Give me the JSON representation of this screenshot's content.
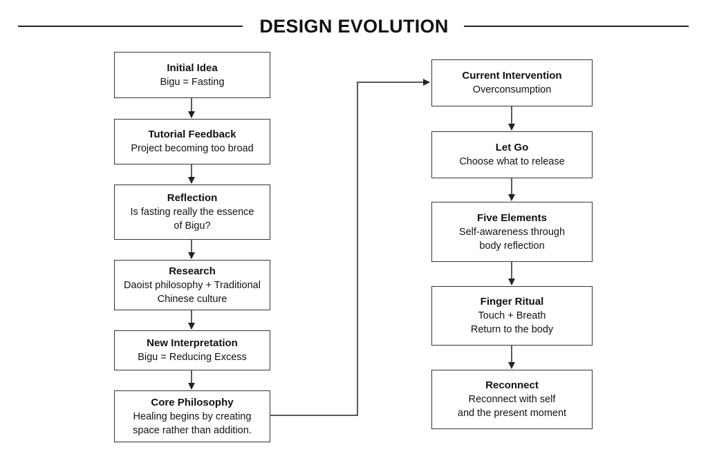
{
  "title": "DESIGN EVOLUTION",
  "colors": {
    "line": "#222222",
    "box_border": "#333333",
    "background": "#ffffff"
  },
  "left_column": [
    {
      "heading": "Initial Idea",
      "text": "Bigu = Fasting"
    },
    {
      "heading": "Tutorial Feedback",
      "text": "Project becoming too broad"
    },
    {
      "heading": "Reflection",
      "text": "Is fasting really the essence\nof Bigu?"
    },
    {
      "heading": "Research",
      "text": "Daoist philosophy + Traditional\nChinese culture"
    },
    {
      "heading": "New Interpretation",
      "text": "Bigu = Reducing Excess"
    },
    {
      "heading": "Core Philosophy",
      "text": "Healing begins by creating\nspace rather than addition."
    }
  ],
  "right_column": [
    {
      "heading": "Current Intervention",
      "text": "Overconsumption"
    },
    {
      "heading": "Let Go",
      "text": "Choose what to release"
    },
    {
      "heading": "Five Elements",
      "text": "Self-awareness through\nbody reflection"
    },
    {
      "heading": "Finger Ritual",
      "text": "Touch + Breath\nReturn to the body"
    },
    {
      "heading": "Reconnect",
      "text": "Reconnect with self\nand the present moment"
    }
  ]
}
